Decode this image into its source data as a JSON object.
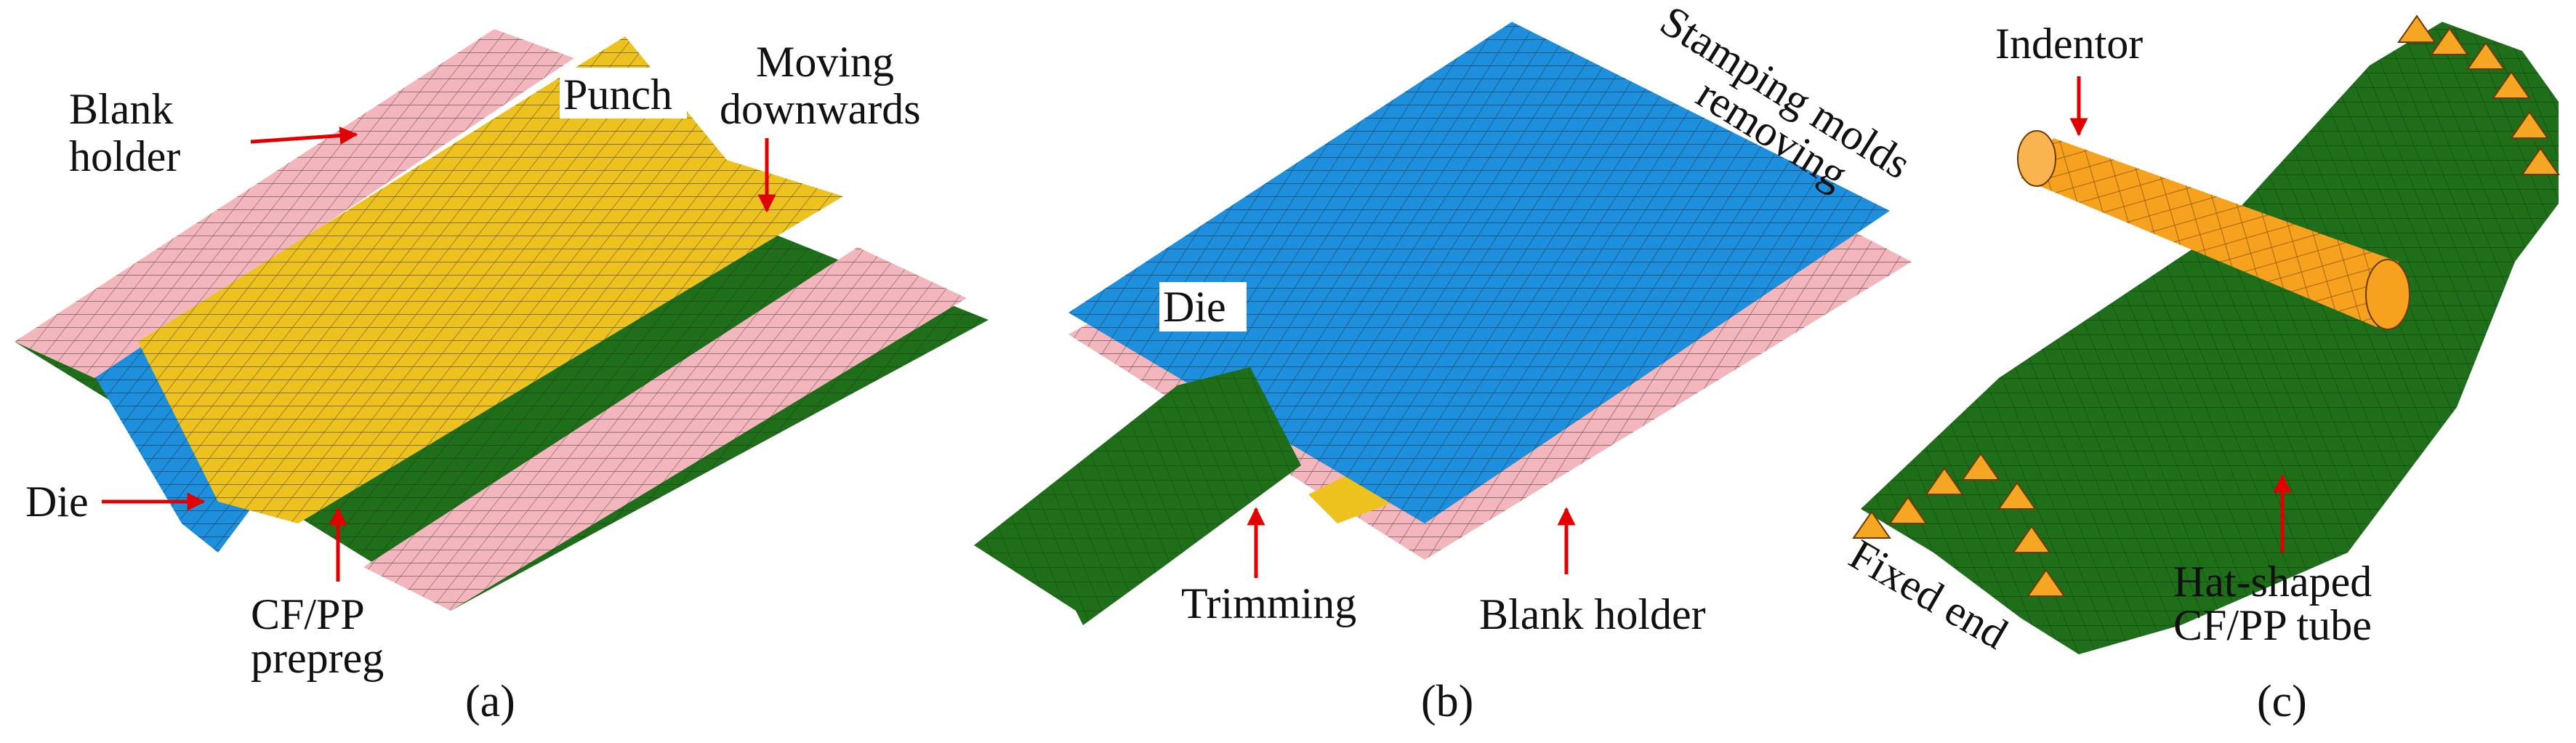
{
  "panels": [
    {
      "id": "a",
      "caption": "(a)",
      "labels": {
        "blank_holder_1": "Blank",
        "blank_holder_2": "holder",
        "punch": "Punch",
        "moving_1": "Moving",
        "moving_2": "downwards",
        "die": "Die",
        "prepreg_1": "CF/PP",
        "prepreg_2": "prepreg"
      }
    },
    {
      "id": "b",
      "caption": "(b)",
      "labels": {
        "stamping_1": "Stamping molds",
        "stamping_2": "removing",
        "die": "Die",
        "trimming": "Trimming",
        "blank_holder": "Blank holder"
      }
    },
    {
      "id": "c",
      "caption": "(c)",
      "labels": {
        "indentor": "Indentor",
        "fixed_end": "Fixed end",
        "tube_1": "Hat-shaped",
        "tube_2": "CF/PP tube"
      }
    }
  ],
  "colors": {
    "blank_holder": "#f4b6bd",
    "punch": "#eec21e",
    "die": "#1e8fdc",
    "prepreg": "#1f6e1a",
    "indentor": "#f7a21e",
    "constraint": "#f5a623",
    "arrow": "#e00000",
    "mesh_line": "#1a1a1a"
  }
}
